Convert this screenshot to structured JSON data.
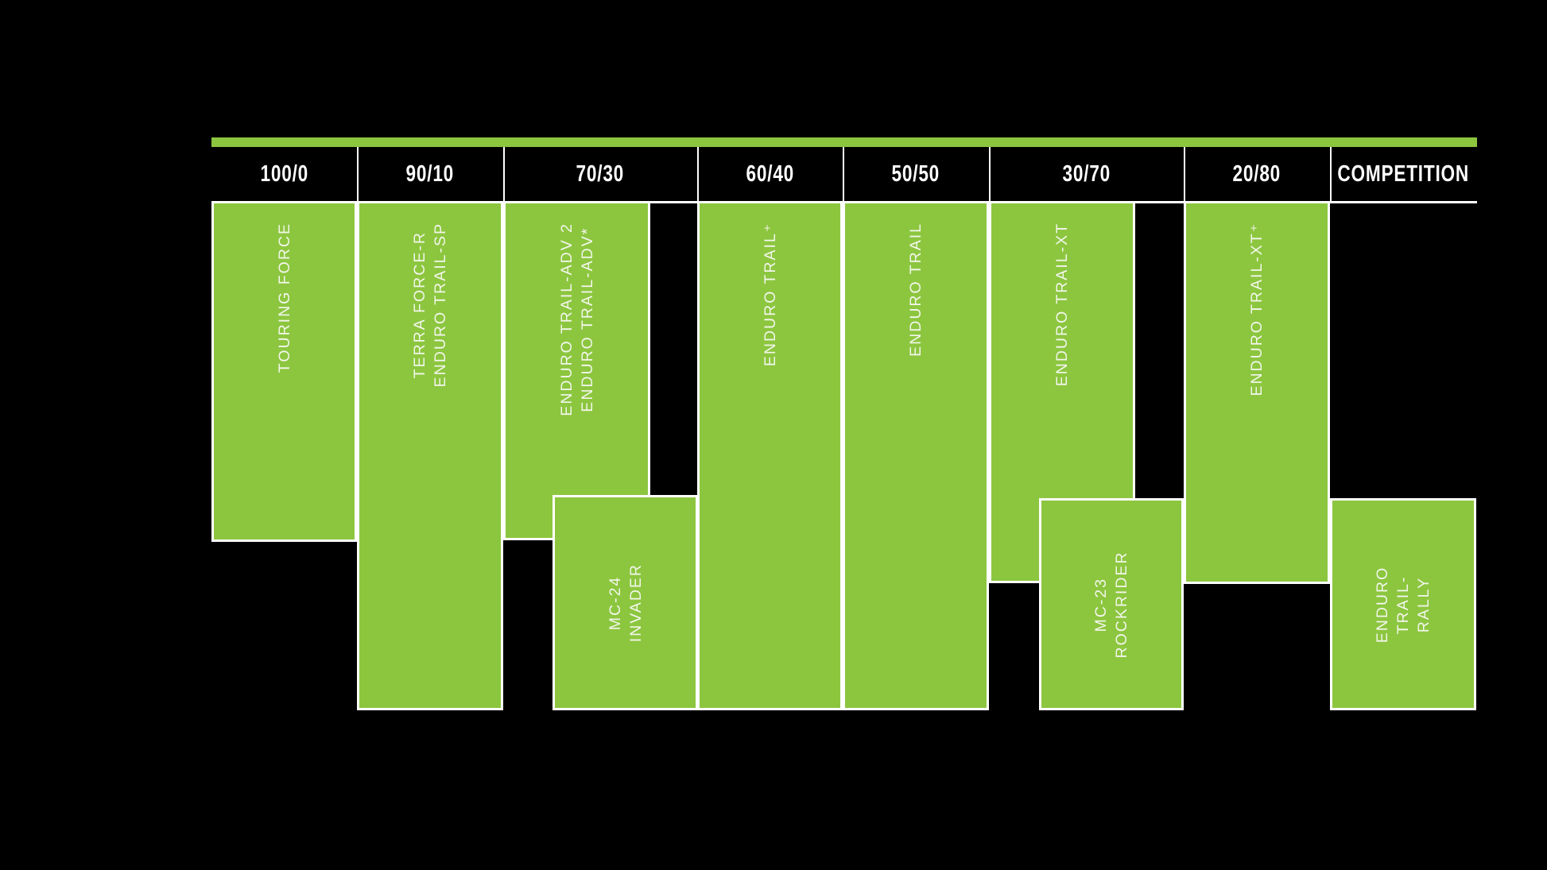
{
  "chart_data": {
    "type": "table",
    "title": "",
    "categories": [
      "100/0",
      "90/10",
      "70/30",
      "60/40",
      "50/50",
      "30/70",
      "20/80",
      "COMPETITION"
    ],
    "products": [
      {
        "label": "TOURING FORCE",
        "columns": [
          "100/0"
        ],
        "tier": "upper"
      },
      {
        "label": "TERRA FORCE-R\nENDURO TRAIL-SP",
        "columns": [
          "90/10"
        ],
        "tier": "full"
      },
      {
        "label": "ENDURO TRAIL-ADV 2\nENDURO TRAIL-ADV*",
        "columns": [
          "70/30"
        ],
        "tier": "upper"
      },
      {
        "label": "ENDURO TRAIL⁺",
        "columns": [
          "60/40"
        ],
        "tier": "full"
      },
      {
        "label": "ENDURO TRAIL",
        "columns": [
          "50/50"
        ],
        "tier": "full"
      },
      {
        "label": "ENDURO TRAIL-XT",
        "columns": [
          "30/70"
        ],
        "tier": "upper"
      },
      {
        "label": "ENDURO TRAIL-XT⁺",
        "columns": [
          "20/80"
        ],
        "tier": "upper"
      },
      {
        "label": "MC-24 INVADER",
        "columns": [
          "70/30",
          "60/40"
        ],
        "tier": "lower"
      },
      {
        "label": "MC-23 ROCKRIDER",
        "columns": [
          "30/70",
          "20/80"
        ],
        "tier": "lower"
      },
      {
        "label": "ENDURO TRAIL-RALLY",
        "columns": [
          "COMPETITION"
        ],
        "tier": "lower"
      }
    ],
    "colors": {
      "block_green": "#8CC63F",
      "border_white": "#FFFFFF",
      "background": "#000000",
      "label_text": "#F3F6EC",
      "header_text": "#FFFFFF"
    },
    "legend_position": "none",
    "grid": false
  }
}
